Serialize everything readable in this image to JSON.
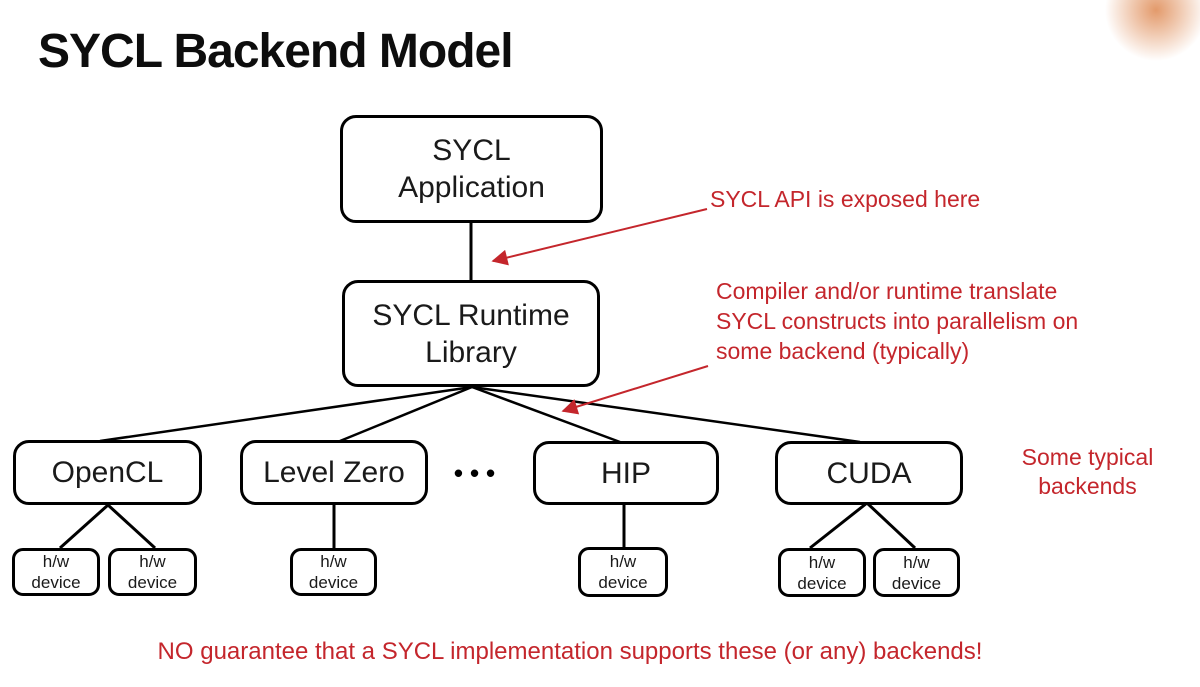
{
  "title": "SYCL Backend Model",
  "diagram": {
    "app_label": "SYCL\nApplication",
    "runtime_label": "SYCL Runtime\nLibrary",
    "backends": [
      "OpenCL",
      "Level Zero",
      "HIP",
      "CUDA"
    ],
    "ellipsis": "•••",
    "hw_label": "h/w\ndevice"
  },
  "annotations": {
    "api_note": "SYCL API is exposed here",
    "translate_note": "Compiler and/or runtime translate\nSYCL constructs into parallelism on\nsome backend (typically)",
    "backends_note": "Some typical\nbackends",
    "bottom_note": "NO guarantee that a SYCL implementation supports these (or any) backends!"
  },
  "colors": {
    "red": "#c4262c",
    "ink": "#000000",
    "glow": "#e39a6b"
  }
}
